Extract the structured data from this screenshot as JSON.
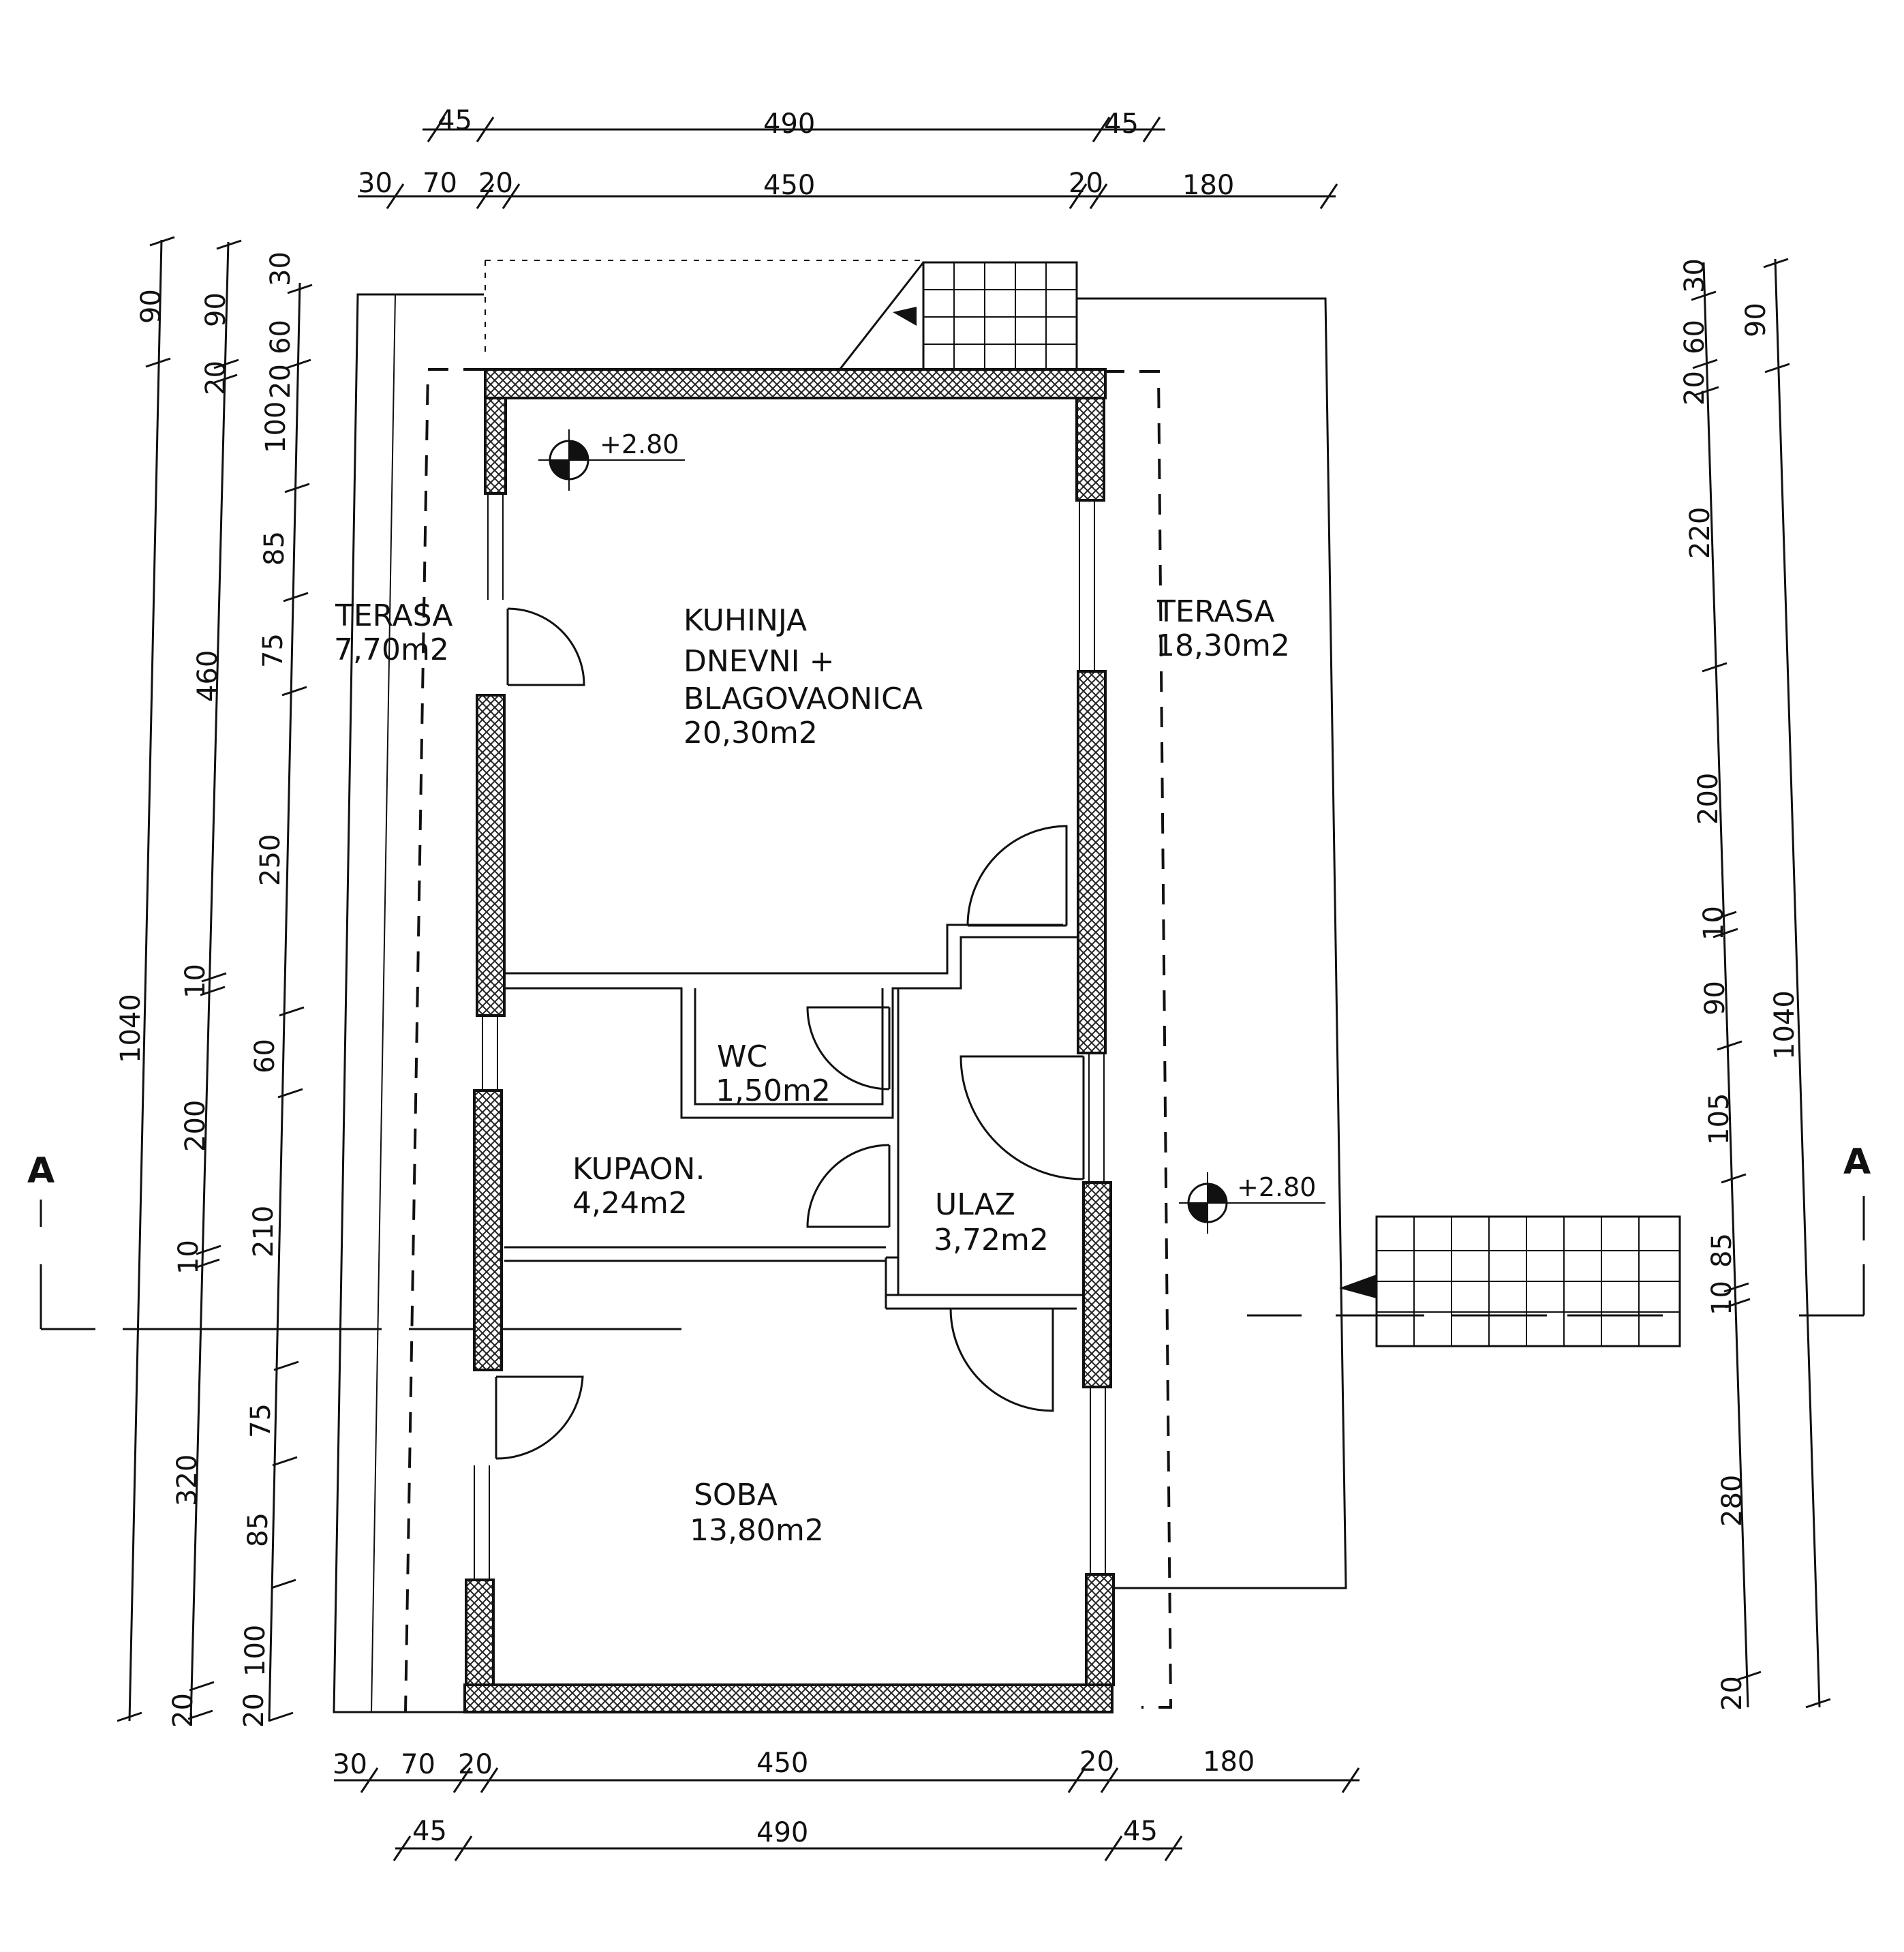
{
  "rooms": {
    "kuhinja": {
      "line1": "KUHINJA",
      "line2": "DNEVNI +",
      "line3": "BLAGOVAONICA",
      "area": "20,30m2"
    },
    "terasa_left": {
      "name": "TERASA",
      "area": "7,70m2"
    },
    "terasa_right": {
      "name": "TERASA",
      "area": "18,30m2"
    },
    "wc": {
      "name": "WC",
      "area": "1,50m2"
    },
    "kupaon": {
      "name": "KUPAON.",
      "area": "4,24m2"
    },
    "ulaz": {
      "name": "ULAZ",
      "area": "3,72m2"
    },
    "soba": {
      "name": "SOBA",
      "area": "13,80m2"
    }
  },
  "levels": {
    "top": "+2.80",
    "right": "+2.80"
  },
  "section_marks": {
    "left": "A",
    "right": "A"
  },
  "dimensions": {
    "top_row1": [
      "45",
      "490",
      "45"
    ],
    "top_row2": [
      "30",
      "70",
      "20",
      "450",
      "20",
      "180"
    ],
    "bottom_row1": [
      "30",
      "70",
      "20",
      "450",
      "20",
      "180"
    ],
    "bottom_row2": [
      "45",
      "490",
      "45"
    ],
    "left_total": "1040",
    "left_col2": [
      "90",
      "460",
      "10",
      "200",
      "10",
      "320",
      "20"
    ],
    "left_col2_top": "20",
    "left_col3": [
      "30",
      "60",
      "20",
      "100",
      "85",
      "75",
      "250",
      "60",
      "210",
      "75",
      "85",
      "100",
      "20"
    ],
    "left_col3_90": "90",
    "right_total": "1040",
    "right_col": [
      "30",
      "60",
      "20",
      "220",
      "200",
      "10",
      "90",
      "105",
      "85",
      "10",
      "280",
      "20"
    ],
    "right_90": "90"
  }
}
